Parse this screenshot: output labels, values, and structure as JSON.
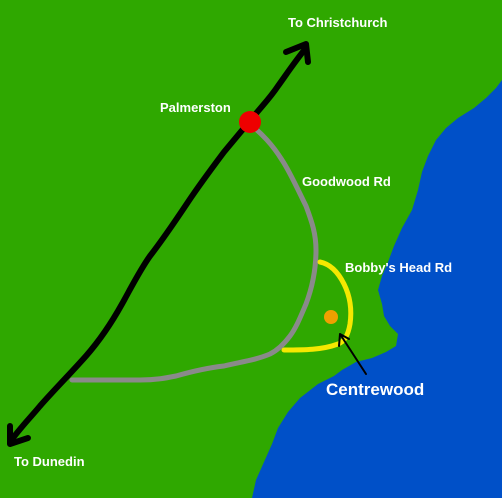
{
  "colors": {
    "land": "#2fa800",
    "sea": "#0050c8",
    "state_highway": "#000000",
    "local_road": "#8a8a8a",
    "bobbys_head_rd": "#f5e800",
    "palmerston_marker": "#ee0000",
    "centrewood_marker": "#f0a000",
    "label_text": "#ffffff"
  },
  "labels": {
    "to_christchurch": "To Christchurch",
    "to_dunedin": "To Dunedin",
    "palmerston": "Palmerston",
    "goodwood_rd": "Goodwood Rd",
    "bobbys_head_rd": "Bobby's Head Rd",
    "centrewood": "Centrewood"
  },
  "icons": {
    "north_arrow": "arrow-head-icon",
    "south_arrow": "arrow-head-icon",
    "town_marker": "red-circle-marker",
    "site_marker": "orange-circle-marker"
  }
}
